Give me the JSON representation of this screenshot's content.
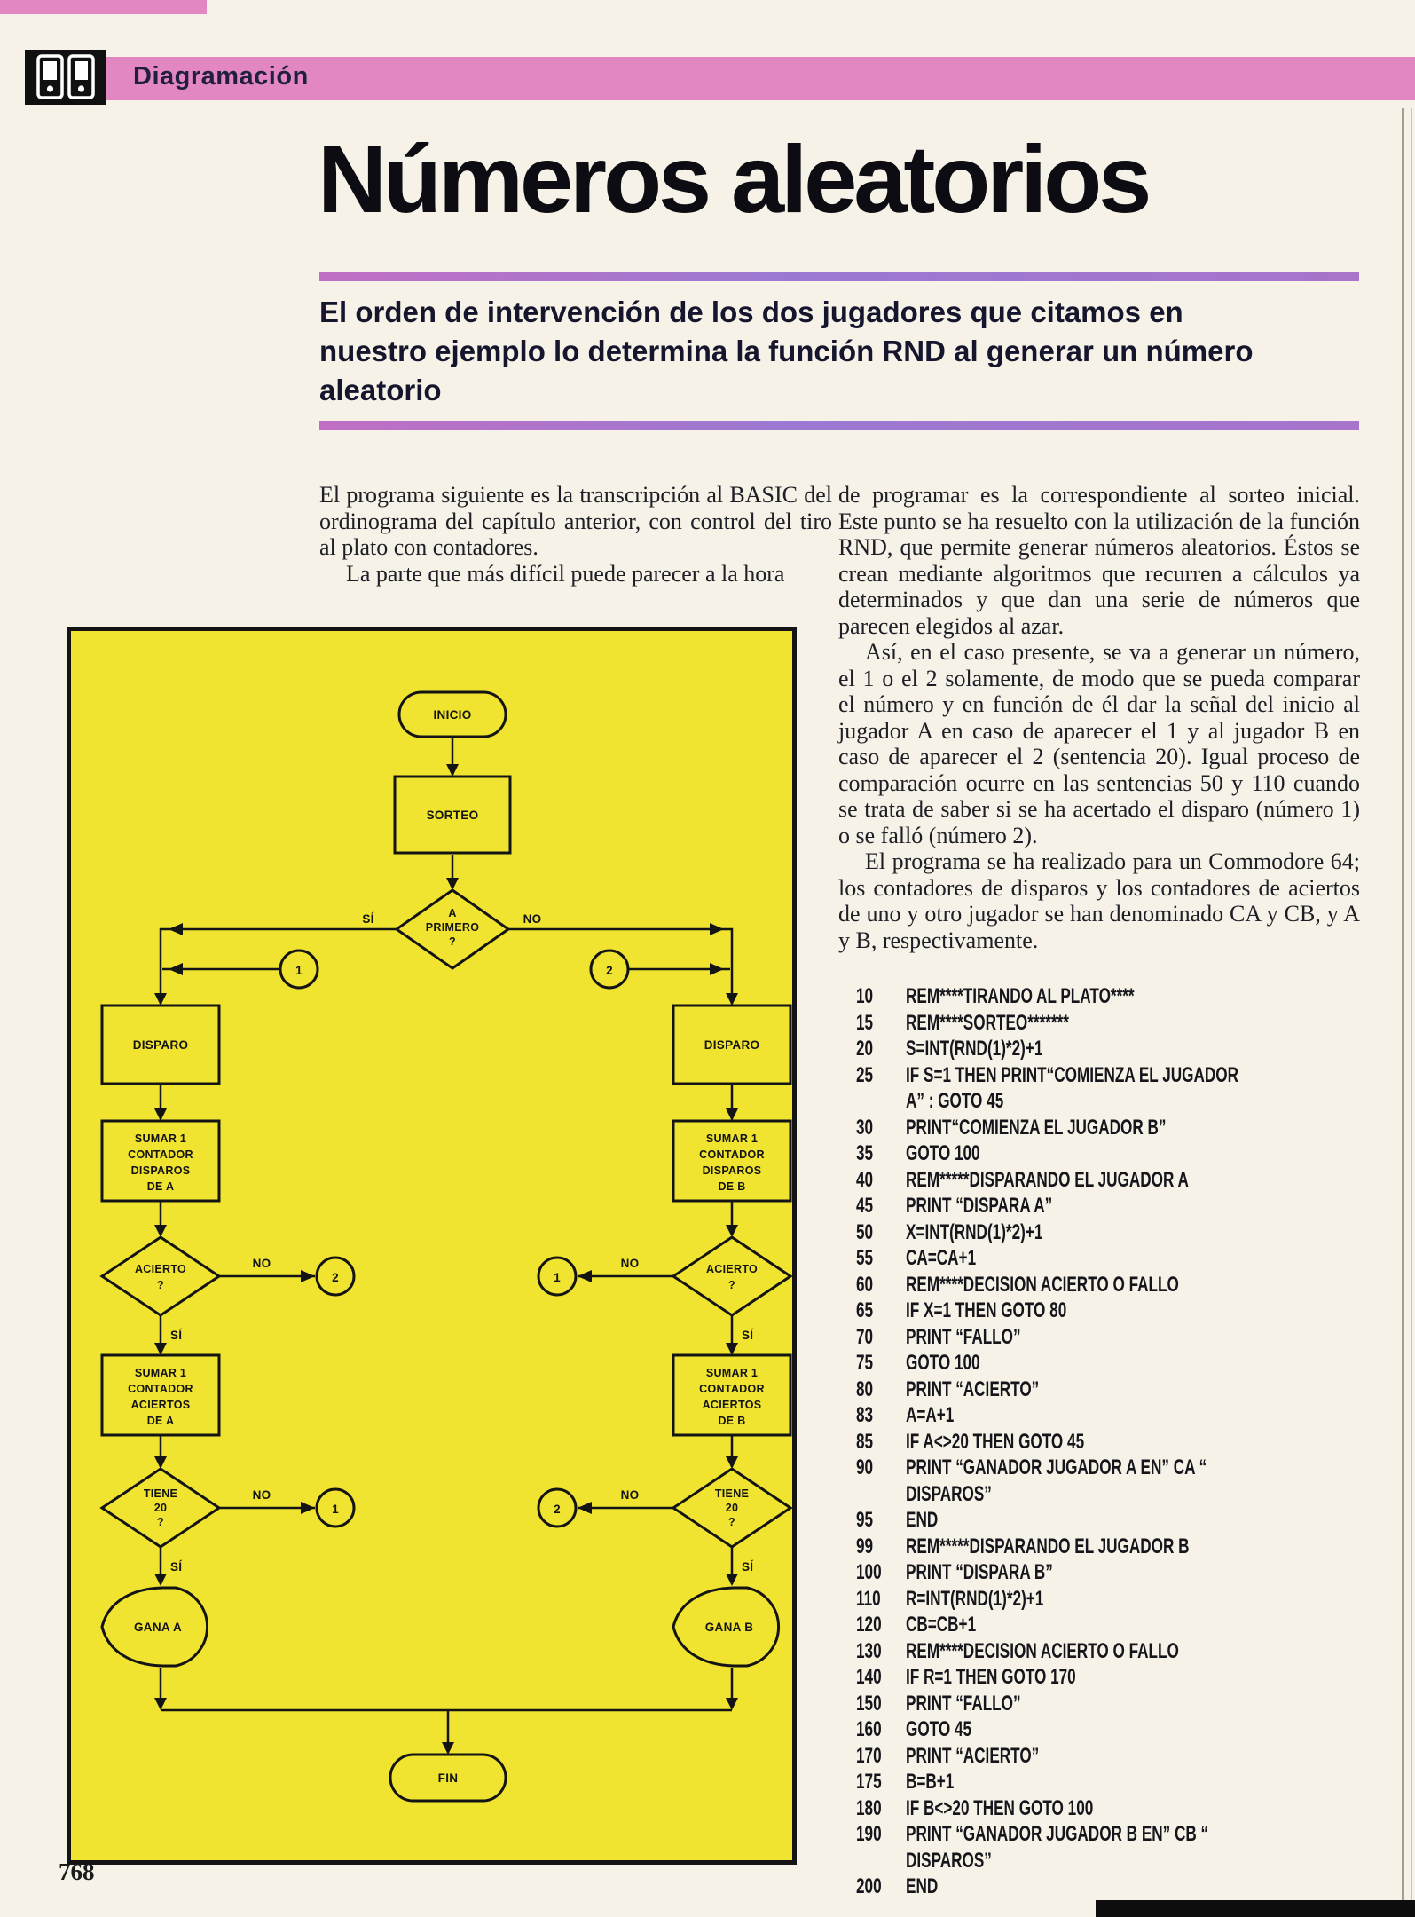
{
  "page": {
    "number": "768"
  },
  "colors": {
    "band_pink": "#e287c2",
    "rule_purple": "#9b79d2",
    "panel_yellow": "#f0e430",
    "ink": "#141414"
  },
  "icons": {
    "header": "binders-icon"
  },
  "header": {
    "section": "Diagramación"
  },
  "article": {
    "title": "Números aleatorios",
    "standfirst": "El orden de intervención de los dos jugadores que citamos en\nnuestro ejemplo lo determina la función RND al generar un número\naleatorio",
    "body_left": [
      "El programa siguiente es la transcripción al BASIC del ordinograma del capítulo anterior, con control del tiro al plato con contadores.",
      "La parte que más difícil puede parecer a la hora"
    ],
    "body_right": [
      "de programar es la correspondiente al sorteo inicial. Este punto se ha resuelto con la utilización de la función RND, que permite generar números aleatorios. Éstos se crean mediante algoritmos que recurren a cálculos ya determinados y que dan una serie de números que parecen elegidos al azar.",
      "Así, en el caso presente, se va a generar un número, el 1 o el 2 solamente, de modo que se pueda comparar el número y en función de él dar la señal del inicio al jugador A en caso de aparecer el 1 y al jugador B en caso de aparecer el 2 (sentencia 20). Igual proceso de comparación ocurre en las sentencias 50 y 110 cuando se trata de saber si se ha acertado el disparo (número 1) o se falló (número 2).",
      "El programa se ha realizado para un Commodore 64; los contadores de disparos y los contadores de aciertos de uno y otro jugador se han denominado CA y CB, y A y B, respectivamente."
    ]
  },
  "flowchart": {
    "inicio": "INICIO",
    "sorteo": "SORTEO",
    "primero": [
      "A",
      "PRIMERO",
      "?"
    ],
    "si": "SÍ",
    "no": "NO",
    "conn1": "1",
    "conn2": "2",
    "disparo": "DISPARO",
    "sumar_disparos_a": [
      "SUMAR 1",
      "CONTADOR",
      "DISPAROS",
      "DE A"
    ],
    "sumar_disparos_b": [
      "SUMAR 1",
      "CONTADOR",
      "DISPAROS",
      "DE B"
    ],
    "acierto": [
      "ACIERTO",
      "?"
    ],
    "sumar_aciertos_a": [
      "SUMAR 1",
      "CONTADOR",
      "ACIERTOS",
      "DE A"
    ],
    "sumar_aciertos_b": [
      "SUMAR 1",
      "CONTADOR",
      "ACIERTOS",
      "DE B"
    ],
    "tiene20": [
      "TIENE",
      "20",
      "?"
    ],
    "gana_a": "GANA A",
    "gana_b": "GANA B",
    "fin": "FIN"
  },
  "code": {
    "lines": [
      {
        "n": "10",
        "c": "REM****TIRANDO AL PLATO****"
      },
      {
        "n": "15",
        "c": "REM****SORTEO*******"
      },
      {
        "n": "20",
        "c": "S=INT(RND(1)*2)+1"
      },
      {
        "n": "25",
        "c": "IF S=1 THEN PRINT“COMIENZA EL JUGADOR\nA” : GOTO 45"
      },
      {
        "n": "30",
        "c": "PRINT“COMIENZA EL JUGADOR B”"
      },
      {
        "n": "35",
        "c": "GOTO 100"
      },
      {
        "n": "40",
        "c": "REM*****DISPARANDO EL JUGADOR A"
      },
      {
        "n": "45",
        "c": "PRINT “DISPARA A”"
      },
      {
        "n": "50",
        "c": "X=INT(RND(1)*2)+1"
      },
      {
        "n": "55",
        "c": "CA=CA+1"
      },
      {
        "n": "60",
        "c": "REM****DECISION ACIERTO O FALLO"
      },
      {
        "n": "65",
        "c": "IF X=1 THEN GOTO 80"
      },
      {
        "n": "70",
        "c": "PRINT “FALLO”"
      },
      {
        "n": "75",
        "c": "GOTO 100"
      },
      {
        "n": "80",
        "c": "PRINT “ACIERTO”"
      },
      {
        "n": "83",
        "c": "A=A+1"
      },
      {
        "n": "85",
        "c": "IF A<>20 THEN GOTO 45"
      },
      {
        "n": "90",
        "c": "PRINT “GANADOR JUGADOR A EN” CA “\nDISPAROS”"
      },
      {
        "n": "95",
        "c": "END"
      },
      {
        "n": "99",
        "c": "REM*****DISPARANDO EL JUGADOR B"
      },
      {
        "n": "100",
        "c": "PRINT “DISPARA B”"
      },
      {
        "n": "110",
        "c": "R=INT(RND(1)*2)+1"
      },
      {
        "n": "120",
        "c": "CB=CB+1"
      },
      {
        "n": "130",
        "c": "REM****DECISION ACIERTO O FALLO"
      },
      {
        "n": "140",
        "c": "IF R=1 THEN GOTO 170"
      },
      {
        "n": "150",
        "c": "PRINT “FALLO”"
      },
      {
        "n": "160",
        "c": "GOTO 45"
      },
      {
        "n": "170",
        "c": "PRINT “ACIERTO”"
      },
      {
        "n": "175",
        "c": "B=B+1"
      },
      {
        "n": "180",
        "c": "IF B<>20 THEN GOTO 100"
      },
      {
        "n": "190",
        "c": "PRINT “GANADOR JUGADOR B EN” CB “\nDISPAROS”"
      },
      {
        "n": "200",
        "c": "END"
      }
    ]
  }
}
